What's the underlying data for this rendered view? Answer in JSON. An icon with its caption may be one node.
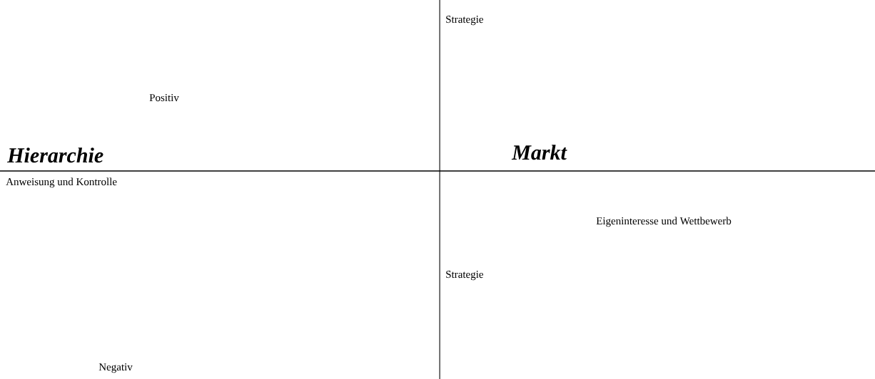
{
  "diagram": {
    "labels": [
      "Strategie",
      "Positiv",
      "Hierarchie",
      "Markt",
      "Anweisung und Kontrolle",
      "Eigeninteresse und Wettbewerb",
      "Strategie",
      "Negativ"
    ]
  }
}
